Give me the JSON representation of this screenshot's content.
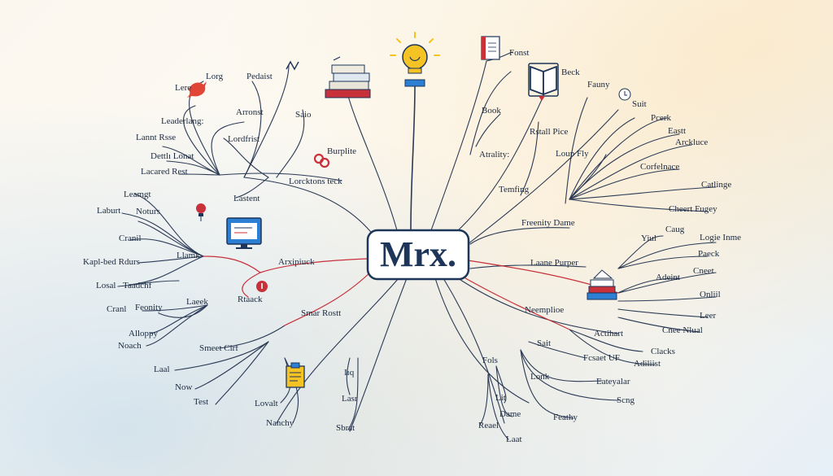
{
  "colors": {
    "navy": "#1d3558",
    "red": "#c8303a",
    "line": "#2b3a55",
    "accent_yellow": "#f4c21a",
    "accent_blue": "#2c7fd3"
  },
  "center": {
    "title": "Mrx."
  },
  "labels": {
    "l01": "Lere",
    "l02": "Lorg",
    "l03": "Pedaist",
    "l04": "Arronst",
    "l05": "Saio",
    "l06": "Leaderlang:",
    "l07": "Lannt Rsse",
    "l08": "Lordfrist",
    "l09": "Dettlı Lonat",
    "l10": "Lacared Rest",
    "l11": "Burplite",
    "l12": "Lorcktons teck",
    "l13": "Lastent",
    "l14": "Leamgt",
    "l15": "Laburt",
    "l16": "Noturs",
    "l17": "Cranil",
    "l18": "Llamk",
    "l19": "Kapl-bed Rdurs",
    "l20": "Arxipiuck",
    "l21": "Losal",
    "l22": "Taadchf",
    "l23": "Cranl",
    "l24": "Feonity",
    "l25": "Laeek",
    "l26": "Rtaack",
    "l27": "Alloppy",
    "l28": "Noach",
    "l29": "Smar Rostt",
    "l30": "Smeet Cirf",
    "l31": "Laal",
    "l32": "Now",
    "l33": "Test",
    "l34": "Lovalt",
    "l35": "Nanchy",
    "l36": "Iıq",
    "l37": "Lasr",
    "l38": "Sbrat",
    "l39": "Fonst",
    "l40": "Beck",
    "l41": "Book",
    "l42": "Fauny",
    "l43": "Suit",
    "l44": "Rstall Pice",
    "l45": "Pcerk",
    "l46": "Eastt",
    "l47": "Arckluce",
    "l48": "Atrality:",
    "l49": "Loup Fly",
    "l50": "Corfelnace",
    "l51": "Temfing",
    "l52": "Catlinge",
    "l53": "Cheert Fugey",
    "l54": "Freenity Dame",
    "l55": "Yiul",
    "l56": "Caug",
    "l57": "Logie Inme",
    "l58": "Paeck",
    "l59": "Laane Purper",
    "l60": "Adeint",
    "l61": "Cneet",
    "l62": "Neemplioe",
    "l63": "Onliil",
    "l64": "Actihart",
    "l65": "Leer",
    "l66": "Cnee Nlual",
    "l67": "Sait",
    "l68": "Fcsaet UF",
    "l69": "Clacks",
    "l70": "Adiliist",
    "l71": "Fols",
    "l72": "Lonk",
    "l73": "Eateyalar",
    "l74": "Scng",
    "l75": "Lit",
    "l76": "Dame",
    "l77": "Feathy",
    "l78": "Reael",
    "l79": "Laat"
  }
}
